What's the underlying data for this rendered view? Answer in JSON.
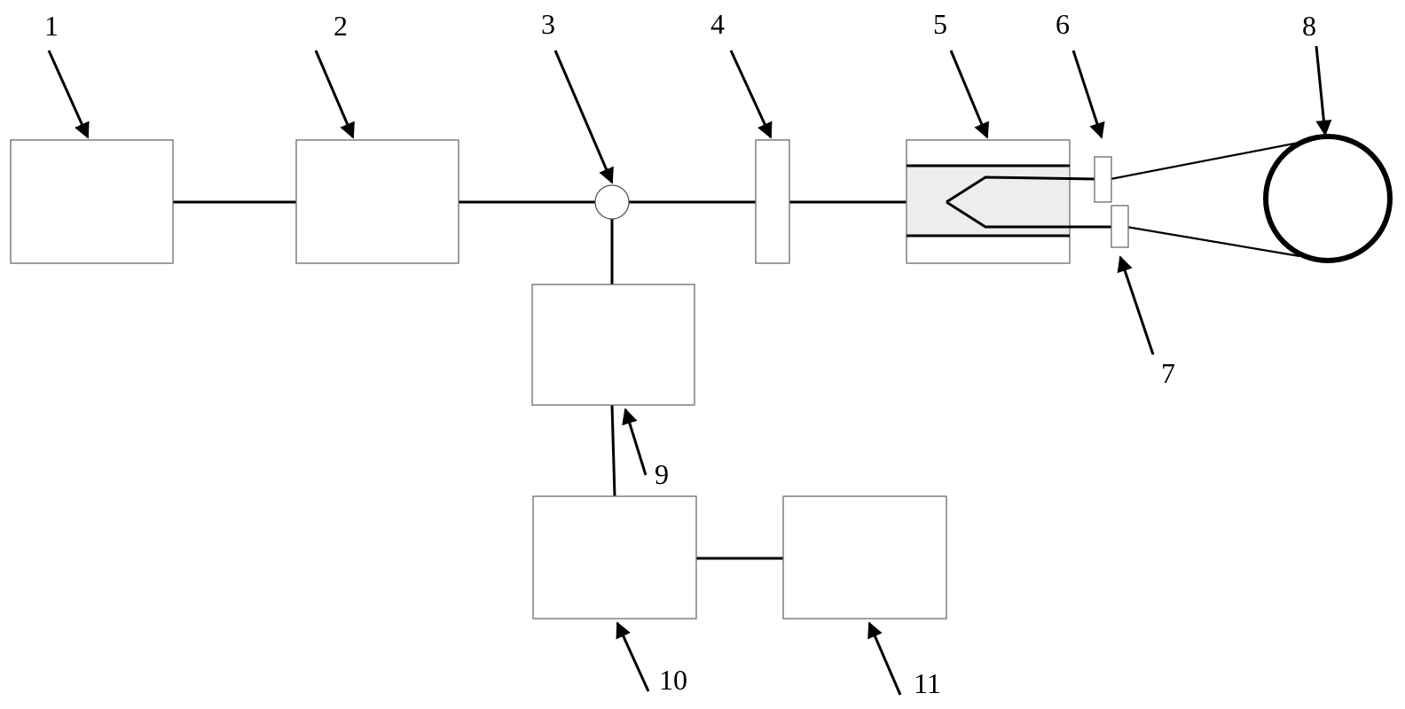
{
  "figure": {
    "type": "block-diagram",
    "colors": {
      "background": "#ffffff",
      "line": "#000000",
      "box_border": "#6b6b6b",
      "modulator_fill": "#ededed"
    },
    "components": [
      {
        "id": "1",
        "label": "1",
        "shape": "box"
      },
      {
        "id": "2",
        "label": "2",
        "shape": "box"
      },
      {
        "id": "3",
        "label": "3",
        "shape": "circle"
      },
      {
        "id": "4",
        "label": "4",
        "shape": "narrow-box"
      },
      {
        "id": "5",
        "label": "5",
        "shape": "y-branch-waveguide-box"
      },
      {
        "id": "6",
        "label": "6",
        "shape": "small-connector"
      },
      {
        "id": "7",
        "label": "7",
        "shape": "small-connector"
      },
      {
        "id": "8",
        "label": "8",
        "shape": "fiber-coil-ring"
      },
      {
        "id": "9",
        "label": "9",
        "shape": "connection-line"
      },
      {
        "id": "10",
        "label": "10",
        "shape": "box"
      },
      {
        "id": "11",
        "label": "11",
        "shape": "box"
      },
      {
        "id": "det",
        "label": "",
        "shape": "box"
      }
    ],
    "connections": [
      [
        "1",
        "2"
      ],
      [
        "2",
        "3"
      ],
      [
        "3",
        "4"
      ],
      [
        "4",
        "5"
      ],
      [
        "5",
        "6"
      ],
      [
        "5",
        "7"
      ],
      [
        "6",
        "8"
      ],
      [
        "7",
        "8"
      ],
      [
        "3",
        "det"
      ],
      [
        "det",
        "10"
      ],
      [
        "10",
        "11"
      ]
    ]
  }
}
